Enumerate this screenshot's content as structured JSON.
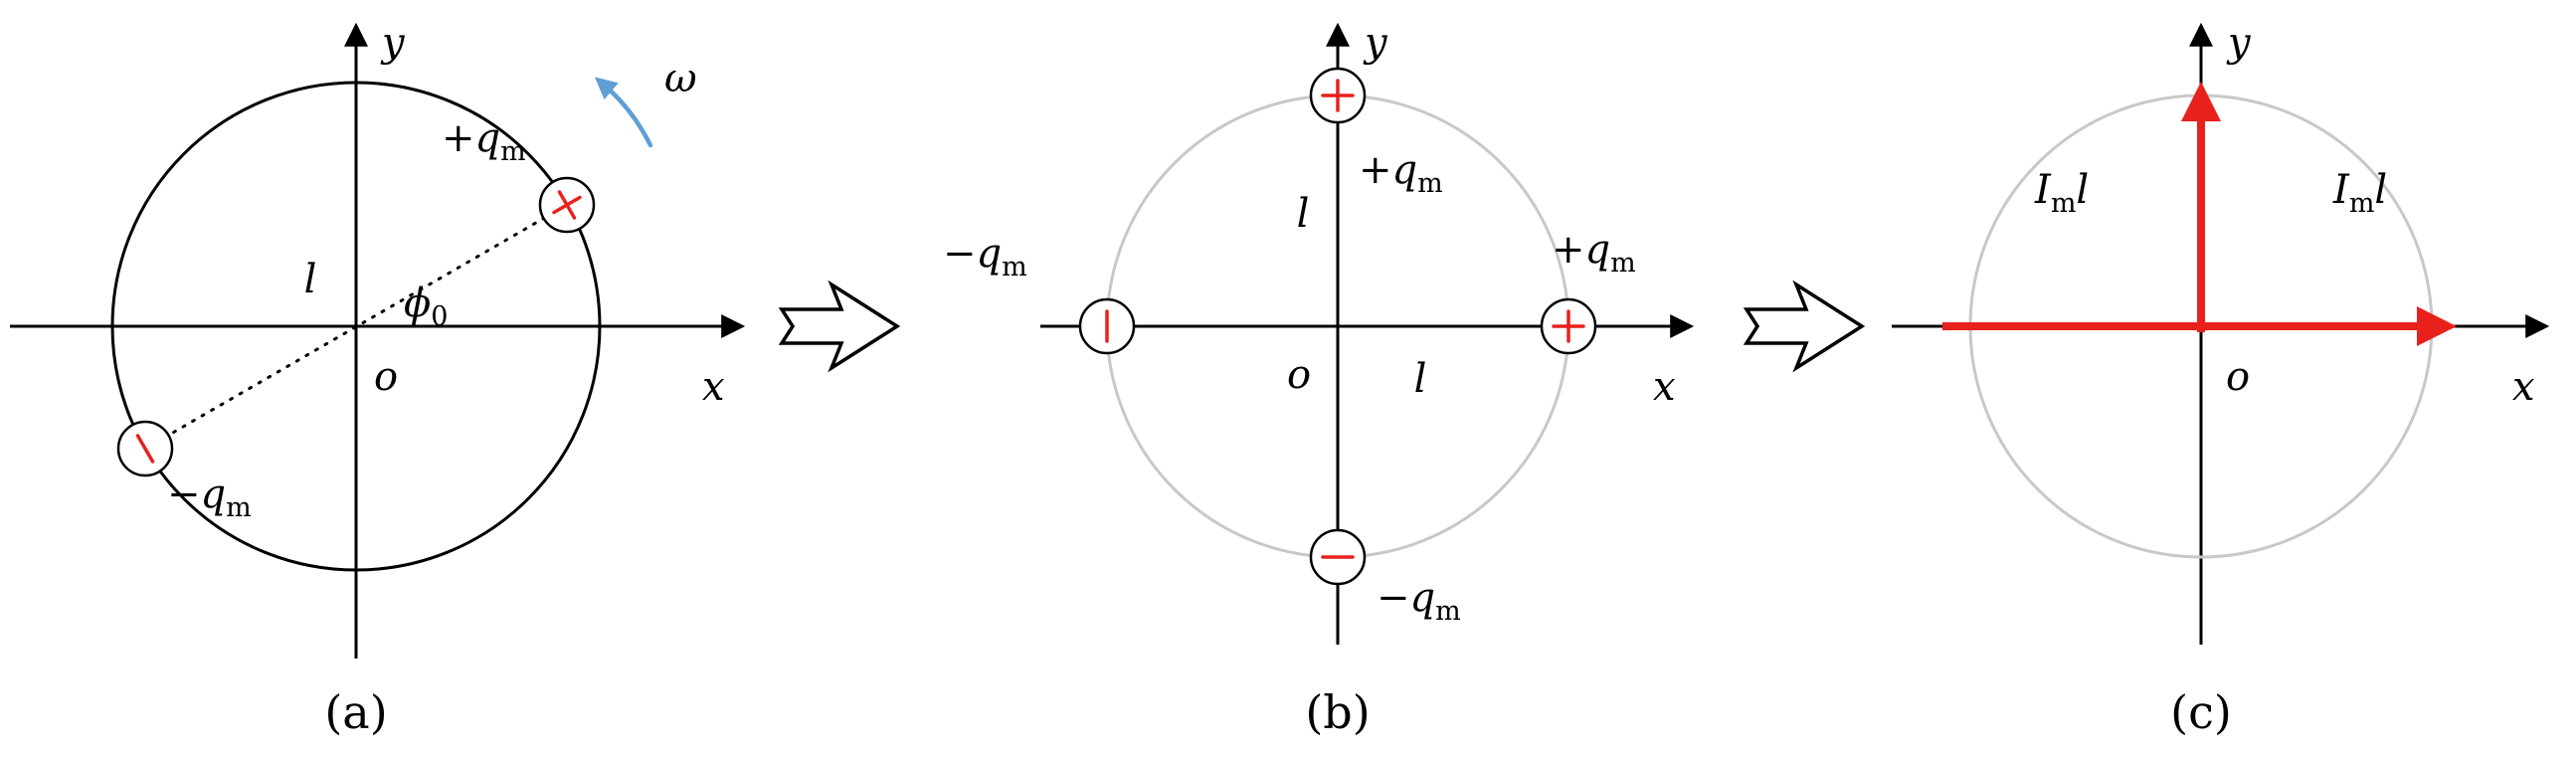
{
  "colors": {
    "accent_red": "#e8211d",
    "rotation_arrow_blue": "#5f9fd6",
    "guide_circle_gray": "#c8c8c8",
    "ink_black": "#000000",
    "background": "#ffffff"
  },
  "captions": {
    "panel_a": "(a)",
    "panel_b": "(b)",
    "panel_c": "(c)"
  },
  "panel_a": {
    "x_label": "x",
    "y_label": "y",
    "origin_label": "o",
    "radius_label": "l",
    "omega_label": "ω",
    "phase_label": {
      "symbol": "ϕ",
      "subscript": "0"
    },
    "plus_charge_label": {
      "sign": "+",
      "symbol": "q",
      "subscript": "m"
    },
    "minus_charge_label": {
      "sign": "−",
      "symbol": "q",
      "subscript": "m"
    }
  },
  "panel_b": {
    "x_label": "x",
    "y_label": "y",
    "origin_label": "o",
    "radius_label_x": "l",
    "radius_label_y": "l",
    "top_charge_label": {
      "sign": "+",
      "symbol": "q",
      "subscript": "m"
    },
    "right_charge_label": {
      "sign": "+",
      "symbol": "q",
      "subscript": "m"
    },
    "left_charge_label": {
      "sign": "−",
      "symbol": "q",
      "subscript": "m"
    },
    "bottom_charge_label": {
      "sign": "−",
      "symbol": "q",
      "subscript": "m"
    }
  },
  "panel_c": {
    "x_label": "x",
    "y_label": "y",
    "origin_label": "o",
    "moment_label_left": {
      "symbol": "I",
      "subscript": "m",
      "suffix": "l"
    },
    "moment_label_right": {
      "symbol": "I",
      "subscript": "m",
      "suffix": "l"
    }
  }
}
